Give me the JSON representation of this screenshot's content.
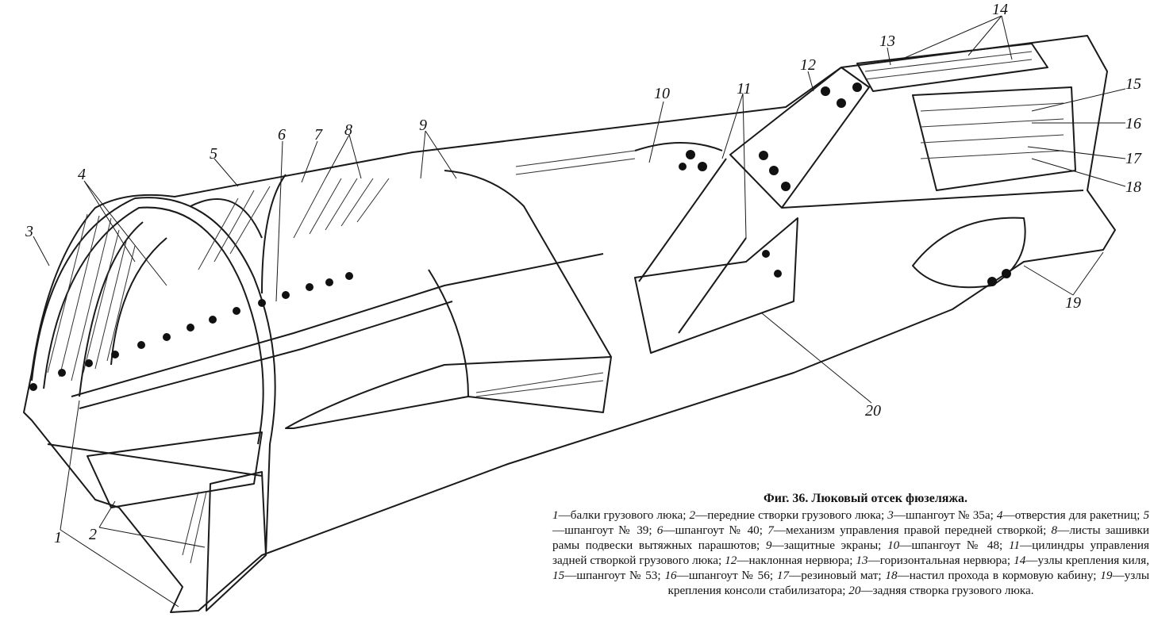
{
  "diagram": {
    "callouts": [
      "1",
      "2",
      "3",
      "4",
      "5",
      "6",
      "7",
      "8",
      "9",
      "10",
      "11",
      "12",
      "13",
      "14",
      "15",
      "16",
      "17",
      "18",
      "19",
      "20"
    ]
  },
  "caption": {
    "title": "Фиг. 36. Люковый отсек фюзеляжа.",
    "items": [
      {
        "n": "1",
        "t": "балки грузового люка;"
      },
      {
        "n": "2",
        "t": "передние створки грузового люка;"
      },
      {
        "n": "3",
        "t": "шпангоут № 35а;"
      },
      {
        "n": "4",
        "t": "отверстия для ракетниц;"
      },
      {
        "n": "5",
        "t": "шпангоут № 39;"
      },
      {
        "n": "6",
        "t": "шпангоут № 40;"
      },
      {
        "n": "7",
        "t": "механизм управления правой передней створкой;"
      },
      {
        "n": "8",
        "t": "листы зашивки рамы подвески вытяжных парашютов;"
      },
      {
        "n": "9",
        "t": "защитные экраны;"
      },
      {
        "n": "10",
        "t": "шпангоут № 48;"
      },
      {
        "n": "11",
        "t": "цилиндры управления задней створкой грузового люка;"
      },
      {
        "n": "12",
        "t": "наклонная нервюра;"
      },
      {
        "n": "13",
        "t": "горизонтальная нервюра;"
      },
      {
        "n": "14",
        "t": "узлы крепления киля,"
      },
      {
        "n": "15",
        "t": "шпангоут № 53;"
      },
      {
        "n": "16",
        "t": "шпангоут № 56;"
      },
      {
        "n": "17",
        "t": "резиновый мат;"
      },
      {
        "n": "18",
        "t": "настил прохода в кормовую кабину;"
      },
      {
        "n": "19",
        "t": "узлы крепления консоли стабилизатора;"
      },
      {
        "n": "20",
        "t": "задняя створка грузового люка."
      }
    ]
  }
}
